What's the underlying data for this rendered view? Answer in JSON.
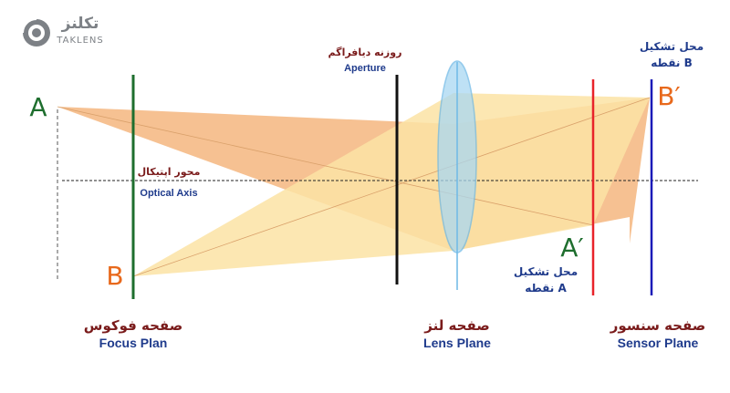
{
  "logo": {
    "name_fa": "تکلنز",
    "name_en": "TAKLENS"
  },
  "points": {
    "a": "A",
    "b": "B",
    "a_image": "A′",
    "b_image": "B′"
  },
  "labels": {
    "aperture_fa": "روزنه دیافراگم",
    "aperture_en": "Aperture",
    "optical_axis_fa": "محور اپتیکال",
    "optical_axis_en": "Optical Axis",
    "b_formation_line1": "محل تشکیل",
    "b_formation_line2": "نقطه B",
    "a_formation_line1": "محل تشکیل",
    "a_formation_line2": "نقطه A"
  },
  "planes": {
    "focus_fa": "صفحه فوکوس",
    "focus_en": "Focus Plan",
    "lens_fa": "صفحه لنز",
    "lens_en": "Lens Plane",
    "sensor_fa": "صفحه سنسور",
    "sensor_en": "Sensor Plane"
  },
  "colors": {
    "orange_fill": "#F5BE8C",
    "yellow_fill": "#FBE3A4",
    "lens_fill": "#A9D8F2",
    "focus_line": "#1E6E2E",
    "sensor_red": "#E8232A",
    "sensor_blue": "#1A1AB8",
    "label_dark_red": "#7A1B1B",
    "label_navy": "#1F3B8C",
    "point_green": "#1E6E2E",
    "point_orange": "#E8691C"
  }
}
